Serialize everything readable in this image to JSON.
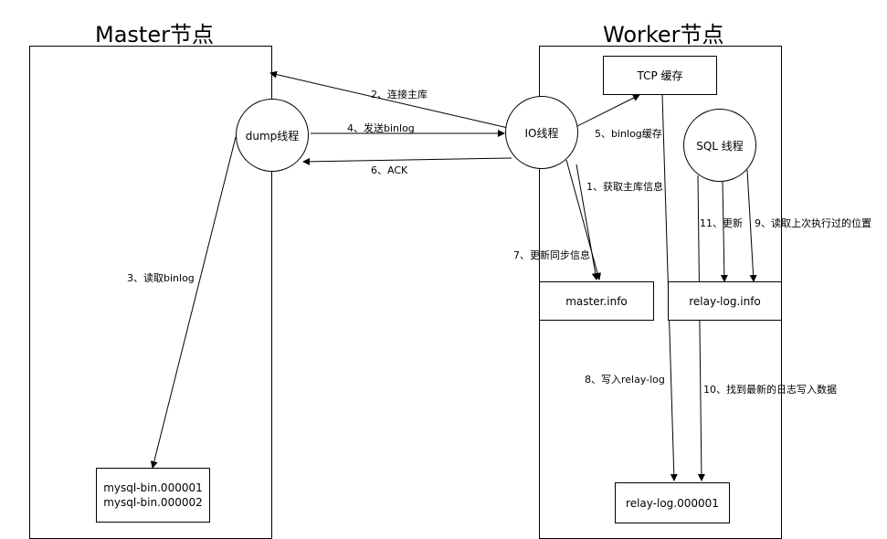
{
  "master": {
    "title": "Master节点"
  },
  "worker": {
    "title": "Worker节点"
  },
  "nodes": {
    "dump": "dump线程",
    "io": "IO线程",
    "sql": "SQL 线程",
    "tcp_cache": "TCP 缓存",
    "master_info": "master.info",
    "relay_log_info": "relay-log.info",
    "relay_log_file": "relay-log.000001",
    "binlog_file_1": "mysql-bin.000001",
    "binlog_file_2": "mysql-bin.000002"
  },
  "steps": {
    "s1": "1、获取主库信息",
    "s2": "2、连接主库",
    "s3": "3、读取binlog",
    "s4": "4、发送binlog",
    "s5": "5、binlog缓存",
    "s6": "6、ACK",
    "s7": "7、更新同步信息",
    "s8": "8、写入relay-log",
    "s9": "9、读取上次执行过的位置",
    "s10": "10、找到最新的日志写入数据",
    "s11": "11、更新"
  }
}
